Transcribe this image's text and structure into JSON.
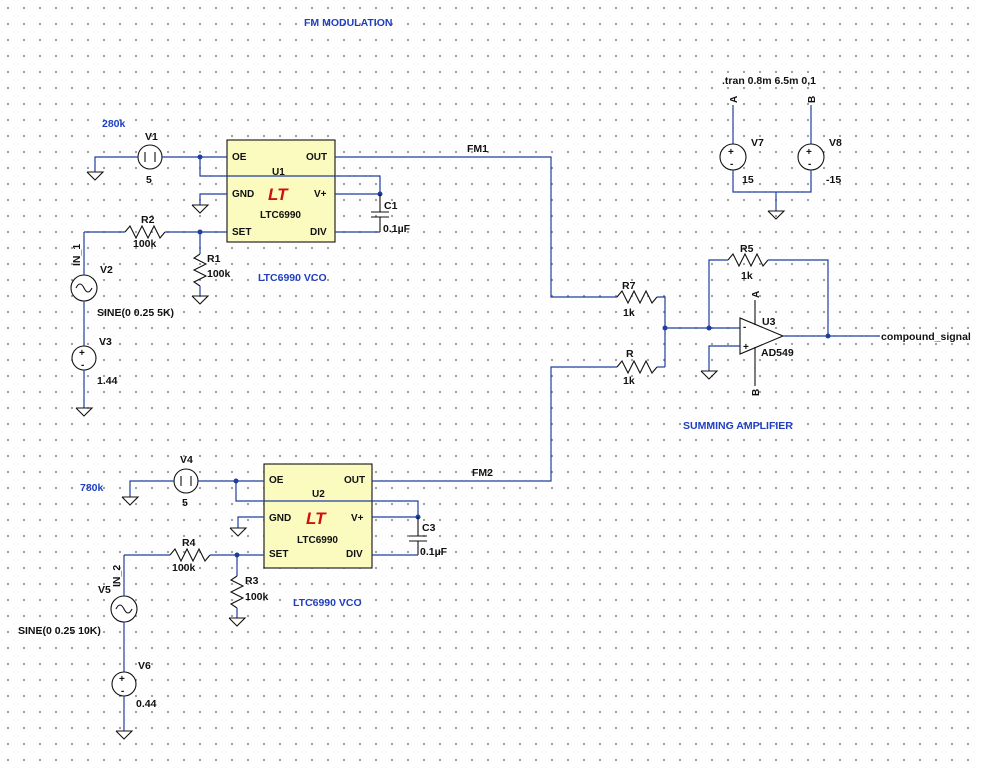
{
  "title": "FM MODULATION",
  "directive": ".tran 0.8m 6.5m 0,1",
  "vcos": [
    {
      "ref": "U1",
      "part": "LTC6990",
      "label": "LTC6990 VCO",
      "pins": {
        "oe": "OE",
        "out": "OUT",
        "gnd": "GND",
        "vplus": "V+",
        "set": "SET",
        "div": "DIV"
      }
    },
    {
      "ref": "U2",
      "part": "LTC6990",
      "label": "LTC6990 VCO",
      "pins": {
        "oe": "OE",
        "out": "OUT",
        "gnd": "GND",
        "vplus": "V+",
        "set": "SET",
        "div": "DIV"
      }
    }
  ],
  "sources": [
    {
      "ref": "V1",
      "value": "5",
      "annotation": "280k"
    },
    {
      "ref": "V2",
      "value": "SINE(0 0.25 5K)"
    },
    {
      "ref": "V3",
      "value": "1.44"
    },
    {
      "ref": "V4",
      "value": "5",
      "annotation": "780k"
    },
    {
      "ref": "V5",
      "value": "SINE(0 0.25 10K)"
    },
    {
      "ref": "V6",
      "value": "0.44"
    },
    {
      "ref": "V7",
      "value": "15"
    },
    {
      "ref": "V8",
      "value": "-15"
    }
  ],
  "resistors": [
    {
      "ref": "R1",
      "value": "100k"
    },
    {
      "ref": "R2",
      "value": "100k"
    },
    {
      "ref": "R3",
      "value": "100k"
    },
    {
      "ref": "R4",
      "value": "100k"
    },
    {
      "ref": "R5",
      "value": "1k"
    },
    {
      "ref": "R7",
      "value": "1k"
    },
    {
      "ref": "R",
      "value": "1k"
    }
  ],
  "capacitors": [
    {
      "ref": "C1",
      "value": "0.1µF"
    },
    {
      "ref": "C3",
      "value": "0.1µF"
    }
  ],
  "opamp": {
    "ref": "U3",
    "part": "AD549",
    "label": "SUMMING AMPLIFIER"
  },
  "nets": {
    "fm1": "FM1",
    "fm2": "FM2",
    "in1": "IN_1",
    "in2": "IN_2",
    "rail_a": "A",
    "rail_b": "B",
    "output": "compound_signal"
  }
}
